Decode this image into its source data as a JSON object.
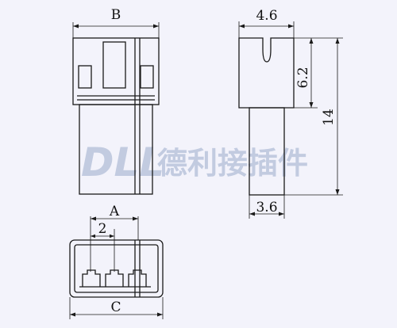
{
  "labels": {
    "front_width": "B",
    "side_width": "4.6",
    "slot_height": "6.2",
    "total_height": "14",
    "body_width": "3.6",
    "bottom_width_a": "A",
    "pitch": "2",
    "bottom_width_c": "C"
  },
  "watermark": {
    "latin": "DLL",
    "cjk": "德利接插件"
  },
  "colors": {
    "background": "#f3f3fb",
    "line": "#1a1a1a",
    "watermark": "#c2cbe0"
  }
}
